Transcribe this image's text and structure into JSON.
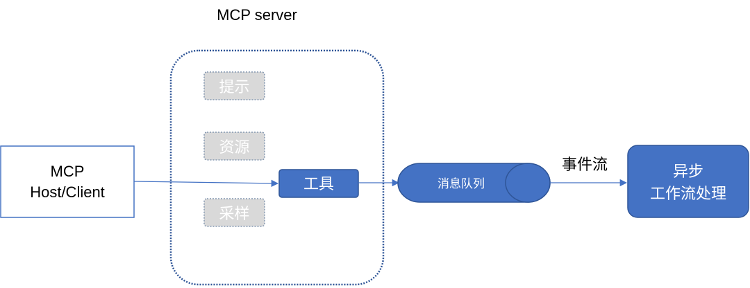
{
  "server": {
    "title": "MCP server",
    "capabilities": [
      {
        "label": "提示",
        "active": false
      },
      {
        "label": "资源",
        "active": false
      },
      {
        "label": "工具",
        "active": true
      },
      {
        "label": "采样",
        "active": false
      }
    ]
  },
  "client": {
    "line1": "MCP",
    "line2": "Host/Client"
  },
  "queue": {
    "label": "消息队列"
  },
  "edge": {
    "label": "事件流"
  },
  "processor": {
    "line1": "异步",
    "line2": "工作流处理"
  },
  "colors": {
    "blue_fill": "#4472C4",
    "blue_stroke": "#2F5597",
    "gray_fill": "#D9D9D9",
    "gray_stroke": "#8497B0",
    "text_dark": "#000000",
    "text_light": "#ffffff",
    "client_stroke": "#4472C4"
  }
}
